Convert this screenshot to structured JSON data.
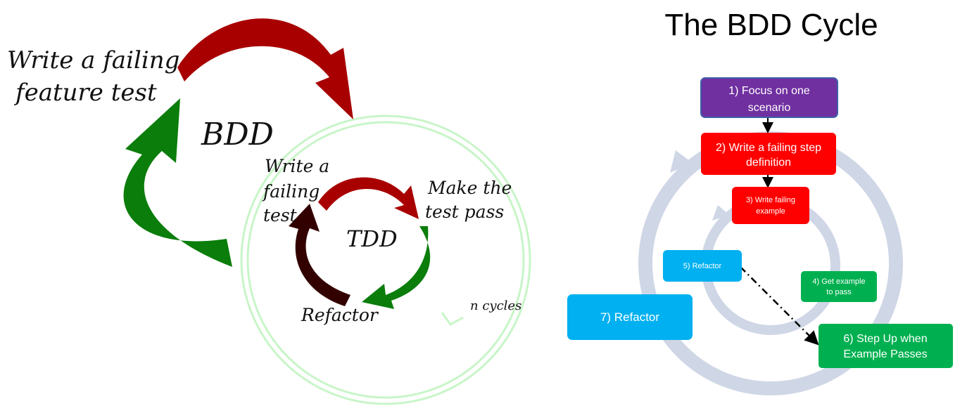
{
  "left_diagram": {
    "outer_cycle_label": "BDD",
    "outer_step_label": [
      "Write a failing",
      "feature test"
    ],
    "inner_cycle_label": "TDD",
    "inner_step_write": [
      "Write a",
      "failing",
      "test"
    ],
    "inner_step_pass": [
      "Make the",
      "test pass"
    ],
    "inner_step_refactor": "Refactor",
    "repeat_label": "n cycles",
    "colors": {
      "red": "#a80000",
      "green": "#0a7d0a",
      "dark": "#330000",
      "ring": "#c8f5c8"
    }
  },
  "right_diagram": {
    "title": "The BDD Cycle",
    "steps": {
      "focus": [
        "1) Focus on one",
        "scenario"
      ],
      "write_step": [
        "2) Write a failing step",
        "definition"
      ],
      "write_example": [
        "3) Write failing",
        "example"
      ],
      "get_pass": [
        "4) Get example",
        "to pass"
      ],
      "refactor_inner": "5) Refactor",
      "step_up": [
        "6) Step Up when",
        "Example Passes"
      ],
      "refactor_outer": "7) Refactor"
    },
    "colors": {
      "purple": "#7030a0",
      "red": "#ff0000",
      "green": "#00b050",
      "blue": "#00b0f0",
      "ring": "#cfd6e6"
    }
  }
}
